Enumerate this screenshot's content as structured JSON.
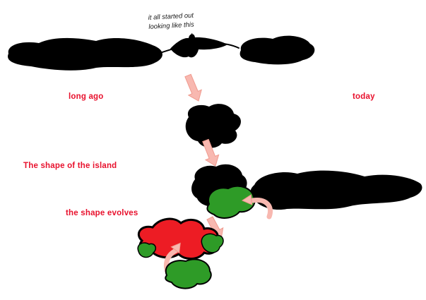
{
  "canvas": {
    "background": "#ffffff"
  },
  "colors": {
    "ink": "#000000",
    "arrow_fill": "#f8b8b0",
    "arrow_stroke": "#f09a8e",
    "green": "#2e9b27",
    "red": "#ed1c24",
    "label_red": "#e8112d",
    "caption_ink": "#1a1a1a"
  },
  "captions": {
    "top_line1": "it all started out",
    "top_line2": "looking like this"
  },
  "labels": {
    "left_top": "long ago",
    "right_top": "today",
    "left_middle": "The shape of the island",
    "left_bottom": "the shape evolves"
  }
}
